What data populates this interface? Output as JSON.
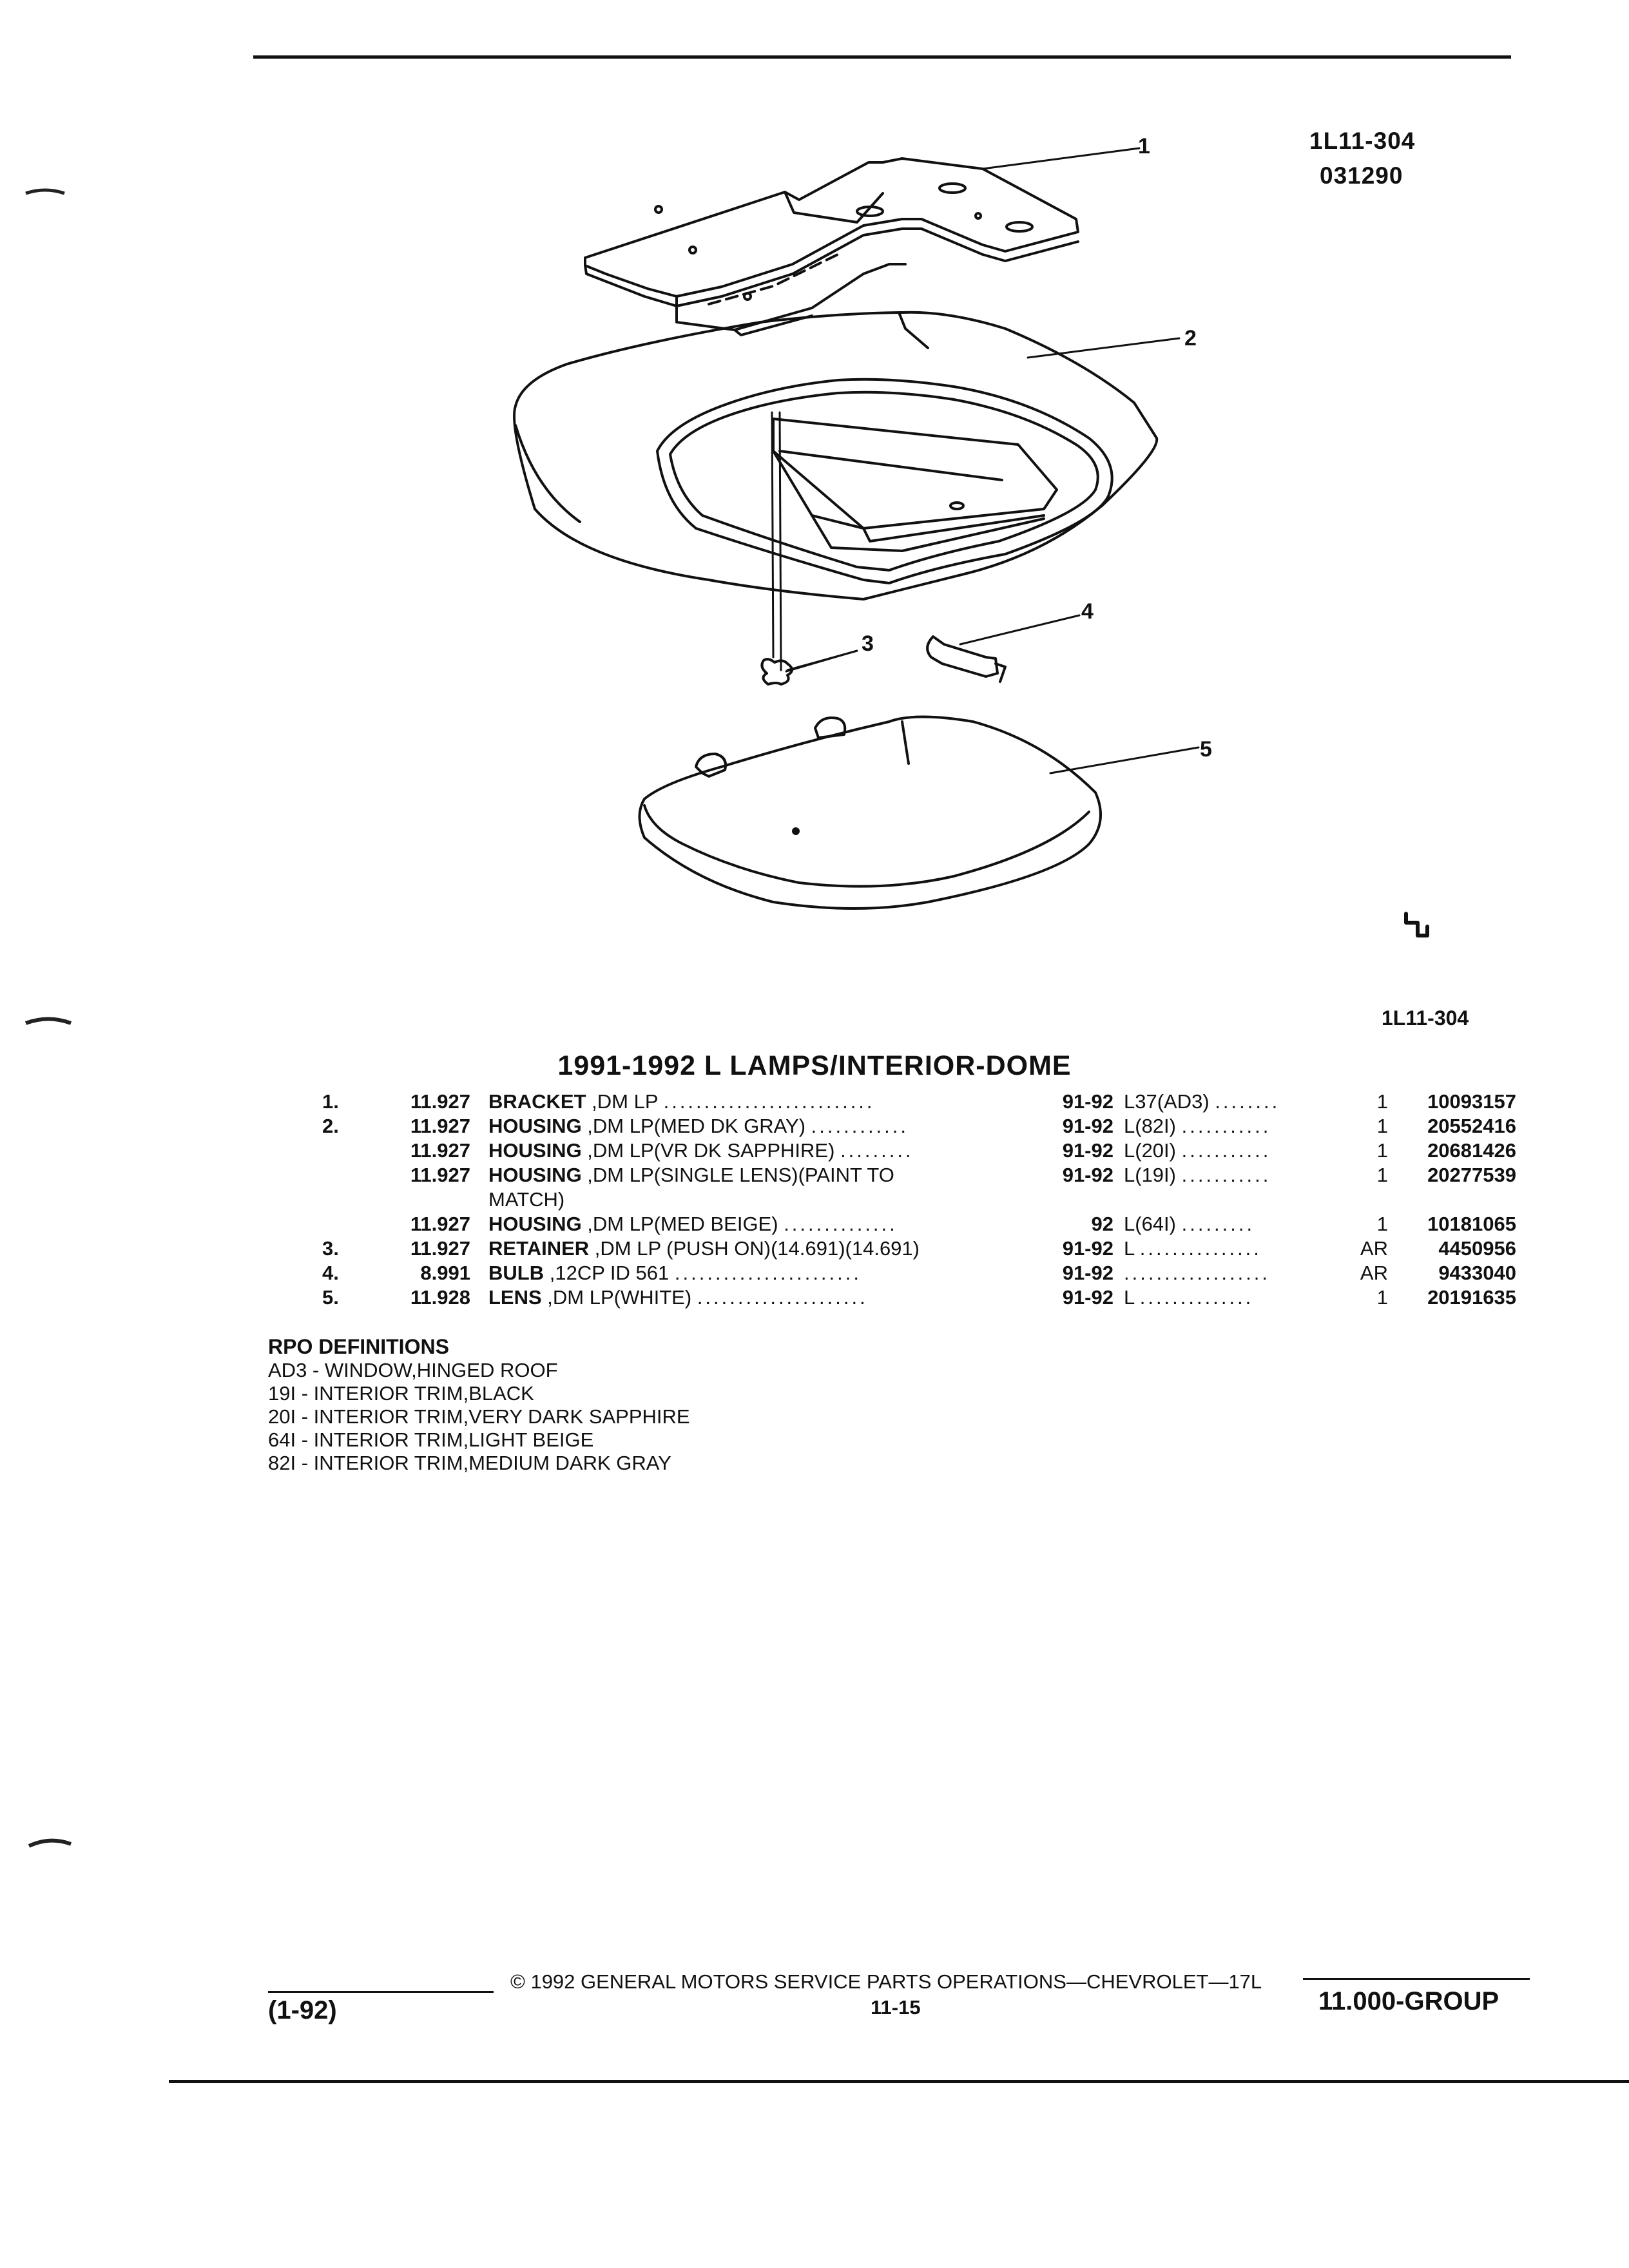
{
  "header": {
    "code": "1L11-304",
    "date": "031290"
  },
  "diagram": {
    "callouts": [
      "1",
      "2",
      "3",
      "4",
      "5"
    ],
    "logo": "chevrolet-truck-logo",
    "code": "1L11-304"
  },
  "title": "1991-1992 L LAMPS/INTERIOR-DOME",
  "parts": [
    {
      "num": "1.",
      "group": "11.927",
      "name": "BRACKET",
      "desc": " ,DM LP",
      "years": "91-92",
      "rpo": "L37(AD3)",
      "qty": "1",
      "part_no": "10093157"
    },
    {
      "num": "2.",
      "group": "11.927",
      "name": "HOUSING",
      "desc": " ,DM LP(MED DK GRAY)",
      "years": "91-92",
      "rpo": "L(82I)",
      "qty": "1",
      "part_no": "20552416"
    },
    {
      "num": "",
      "group": "11.927",
      "name": "HOUSING",
      "desc": " ,DM LP(VR DK SAPPHIRE)",
      "years": "91-92",
      "rpo": "L(20I)",
      "qty": "1",
      "part_no": "20681426"
    },
    {
      "num": "",
      "group": "11.927",
      "name": "HOUSING",
      "desc": " ,DM LP(SINGLE LENS)(PAINT TO",
      "desc2": "MATCH)",
      "years": "91-92",
      "rpo": "L(19I)",
      "qty": "1",
      "part_no": "20277539"
    },
    {
      "num": "",
      "group": "11.927",
      "name": "HOUSING",
      "desc": " ,DM LP(MED BEIGE)",
      "years": "92",
      "rpo": "L(64I)",
      "qty": "1",
      "part_no": "10181065"
    },
    {
      "num": "3.",
      "group": "11.927",
      "name": "RETAINER",
      "desc": " ,DM LP (PUSH ON)(14.691)(14.691)",
      "years": "91-92",
      "rpo": "L",
      "qty": "AR",
      "part_no": "4450956"
    },
    {
      "num": "4.",
      "group": "8.991",
      "name": "BULB",
      "desc": " ,12CP ID 561",
      "years": "91-92",
      "rpo": "",
      "qty": "AR",
      "part_no": "9433040"
    },
    {
      "num": "5.",
      "group": "11.928",
      "name": "LENS",
      "desc": " ,DM LP(WHITE)",
      "years": "91-92",
      "rpo": "L",
      "qty": "1",
      "part_no": "20191635"
    }
  ],
  "rpo": {
    "heading": "RPO DEFINITIONS",
    "items": [
      "AD3 - WINDOW,HINGED ROOF",
      "19I - INTERIOR TRIM,BLACK",
      "20I - INTERIOR TRIM,VERY DARK SAPPHIRE",
      "64I - INTERIOR TRIM,LIGHT BEIGE",
      "82I - INTERIOR TRIM,MEDIUM DARK GRAY"
    ]
  },
  "footer": {
    "date": "(1-92)",
    "copyright": "© 1992 GENERAL MOTORS SERVICE PARTS OPERATIONS—CHEVROLET—17L",
    "page": "11-15",
    "group": "11.000-GROUP"
  }
}
